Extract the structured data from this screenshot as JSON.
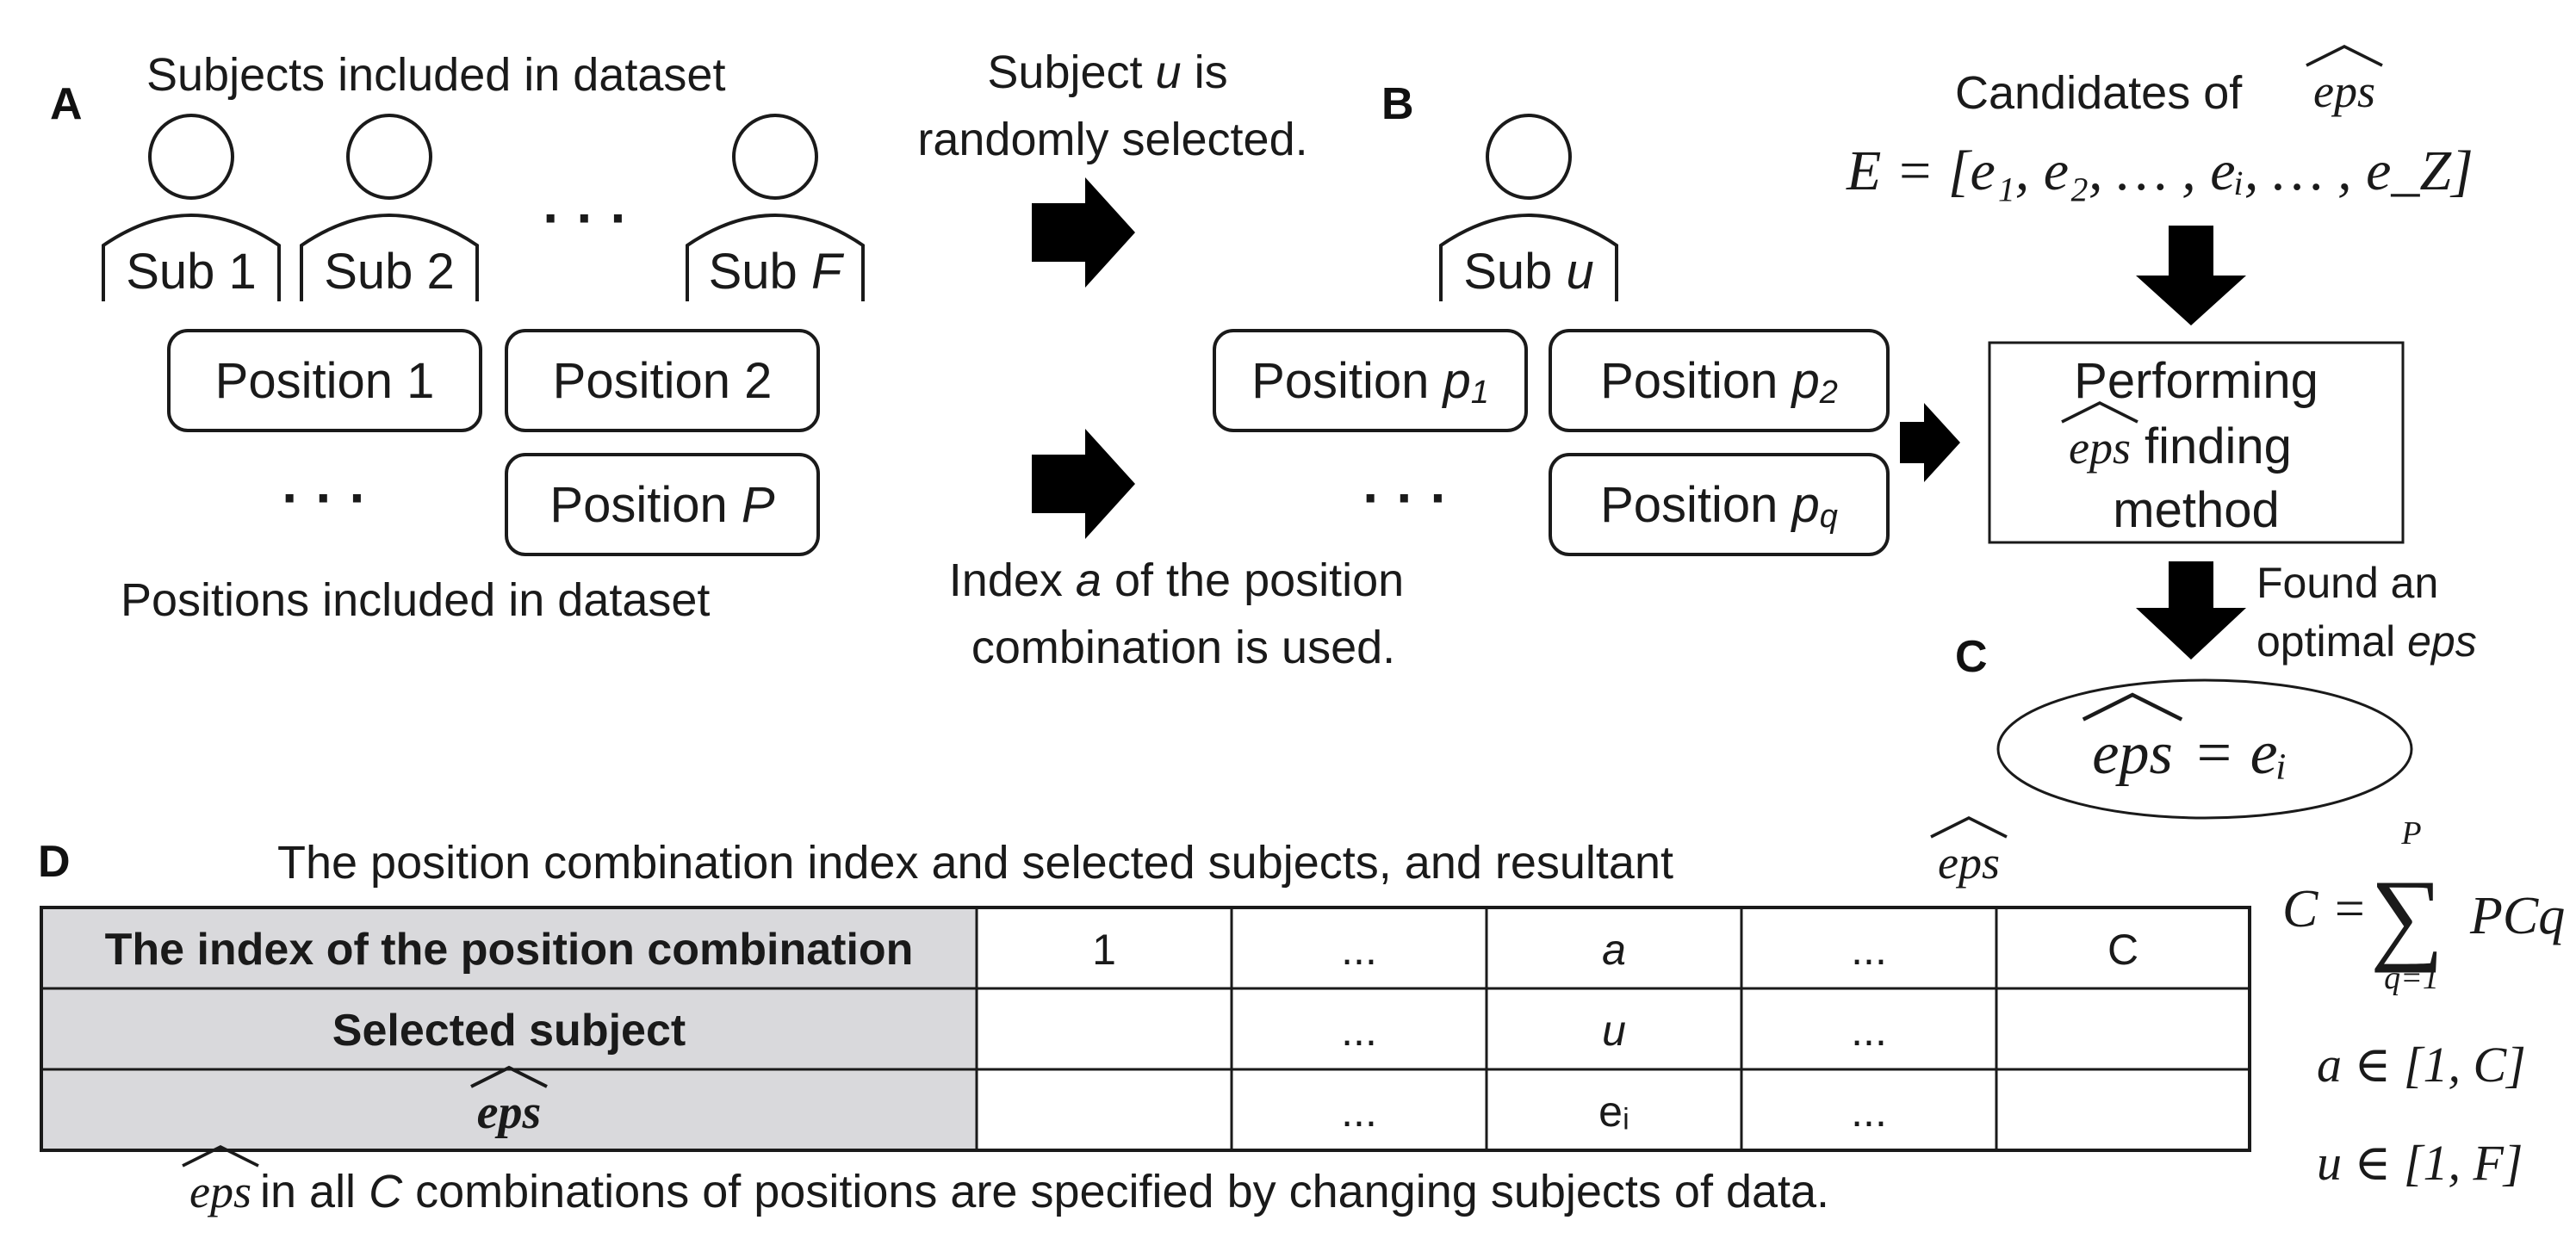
{
  "panels": {
    "a": "A",
    "b": "B",
    "c": "C",
    "d": "D"
  },
  "panel_a": {
    "subjects_heading": "Subjects included in dataset",
    "subjects": [
      {
        "prefix": "Sub ",
        "id": "1"
      },
      {
        "prefix": "Sub ",
        "id": "2"
      },
      {
        "prefix": "Sub ",
        "id": "F"
      }
    ],
    "positions": [
      "Position 1",
      "Position 2"
    ],
    "position_last": {
      "prefix": "Position ",
      "id": "P"
    },
    "positions_heading": "Positions included in dataset",
    "ellipsis": "· · ·"
  },
  "arrow_notes": {
    "top_line1_prefix": "Subject ",
    "top_line1_var": "u",
    "top_line1_suffix": " is",
    "top_line2": "randomly selected.",
    "bottom_line1_prefix": "Index ",
    "bottom_line1_var": "a",
    "bottom_line1_suffix": " of the position",
    "bottom_line2": "combination is used."
  },
  "panel_b": {
    "subject": {
      "prefix": "Sub ",
      "id": "u"
    },
    "positions": [
      {
        "prefix": "Position ",
        "var": "p",
        "sub": "1"
      },
      {
        "prefix": "Position ",
        "var": "p",
        "sub": "2"
      },
      {
        "prefix": "Position ",
        "var": "p",
        "sub": "q"
      }
    ],
    "candidates_label": "Candidates of ",
    "candidates_formula": "E = [e₁, e₂, … , eᵢ, … , e_Z]",
    "method_line1": "Performing",
    "method_line2": "finding",
    "method_line3": "method",
    "found_line1": "Found an",
    "found_line2_prefix": "optimal ",
    "found_line2_var": "eps"
  },
  "panel_c": {
    "result": "= eᵢ"
  },
  "eps_hat": "eps",
  "panel_d": {
    "heading": "The position combination index and selected subjects, and resultant ",
    "table": {
      "row_headers": [
        "The index of the position combination",
        "Selected subject",
        "eps"
      ],
      "rows": [
        [
          "1",
          "...",
          "a",
          "...",
          "C"
        ],
        [
          "",
          "...",
          "u",
          "...",
          ""
        ],
        [
          "",
          "...",
          "eᵢ",
          "...",
          ""
        ]
      ]
    },
    "footer_suffix": " in all ",
    "footer_var": "C",
    "footer_rest": " combinations of positions are specified by changing subjects of data.",
    "formulas": {
      "c_lhs": "C =",
      "sum_upper": "P",
      "sum_lower": "q=1",
      "sum_term": "PCq",
      "a_range": "a ∈ [1, C]",
      "u_range": "u ∈ [1, F]"
    }
  },
  "colors": {
    "table_header_bg": "#d9d9dc",
    "stroke": "#1a1a1a",
    "arrow": "#000000"
  }
}
